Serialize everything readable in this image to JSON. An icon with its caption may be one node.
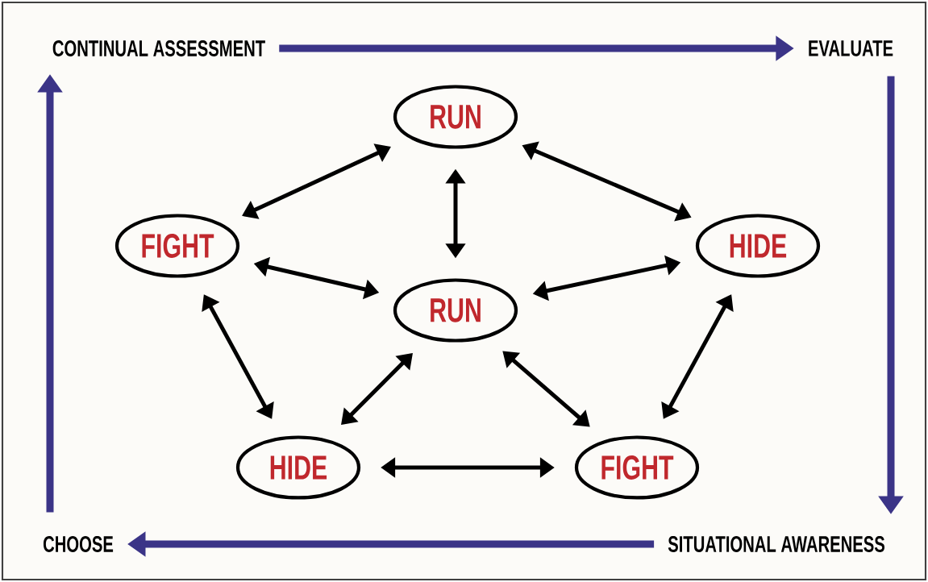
{
  "diagram": {
    "nodes": [
      {
        "text": [
          "CONTINUAL ASSESSMENT"
        ]
      },
      {
        "text": [
          "EVALUATE"
        ]
      },
      {
        "text": [
          "SITUATIONAL AWARENESS"
        ]
      },
      {
        "text": [
          "CHOOSE"
        ]
      },
      {
        "text": [
          "RUN"
        ]
      },
      {
        "text": [
          "FIGHT"
        ]
      },
      {
        "text": [
          "HIDE"
        ]
      },
      {
        "text": [
          "RUN"
        ]
      },
      {
        "text": [
          "HIDE"
        ]
      },
      {
        "text": [
          "FIGHT"
        ]
      }
    ],
    "edges": [
      {
        "from": 0,
        "to": 1,
        "arrow": "to",
        "style": "thick",
        "color": "#3b3487"
      },
      {
        "from": 1,
        "to": 2,
        "arrow": "to",
        "style": "thick",
        "color": "#3b3487"
      },
      {
        "from": 2,
        "to": 3,
        "arrow": "to",
        "style": "thick",
        "color": "#3b3487"
      },
      {
        "from": 3,
        "to": 0,
        "arrow": "to",
        "style": "thick",
        "color": "#3b3487"
      },
      {
        "from": 4,
        "to": 5,
        "arrow": "both"
      },
      {
        "from": 4,
        "to": 6,
        "arrow": "both"
      },
      {
        "from": 4,
        "to": 7,
        "arrow": "both"
      },
      {
        "from": 5,
        "to": 7,
        "arrow": "both"
      },
      {
        "from": 7,
        "to": 6,
        "arrow": "both"
      },
      {
        "from": 5,
        "to": 8,
        "arrow": "both"
      },
      {
        "from": 6,
        "to": 9,
        "arrow": "both"
      },
      {
        "from": 7,
        "to": 8,
        "arrow": "both"
      },
      {
        "from": 7,
        "to": 9,
        "arrow": "both"
      },
      {
        "from": 8,
        "to": 9,
        "arrow": "both"
      }
    ]
  }
}
